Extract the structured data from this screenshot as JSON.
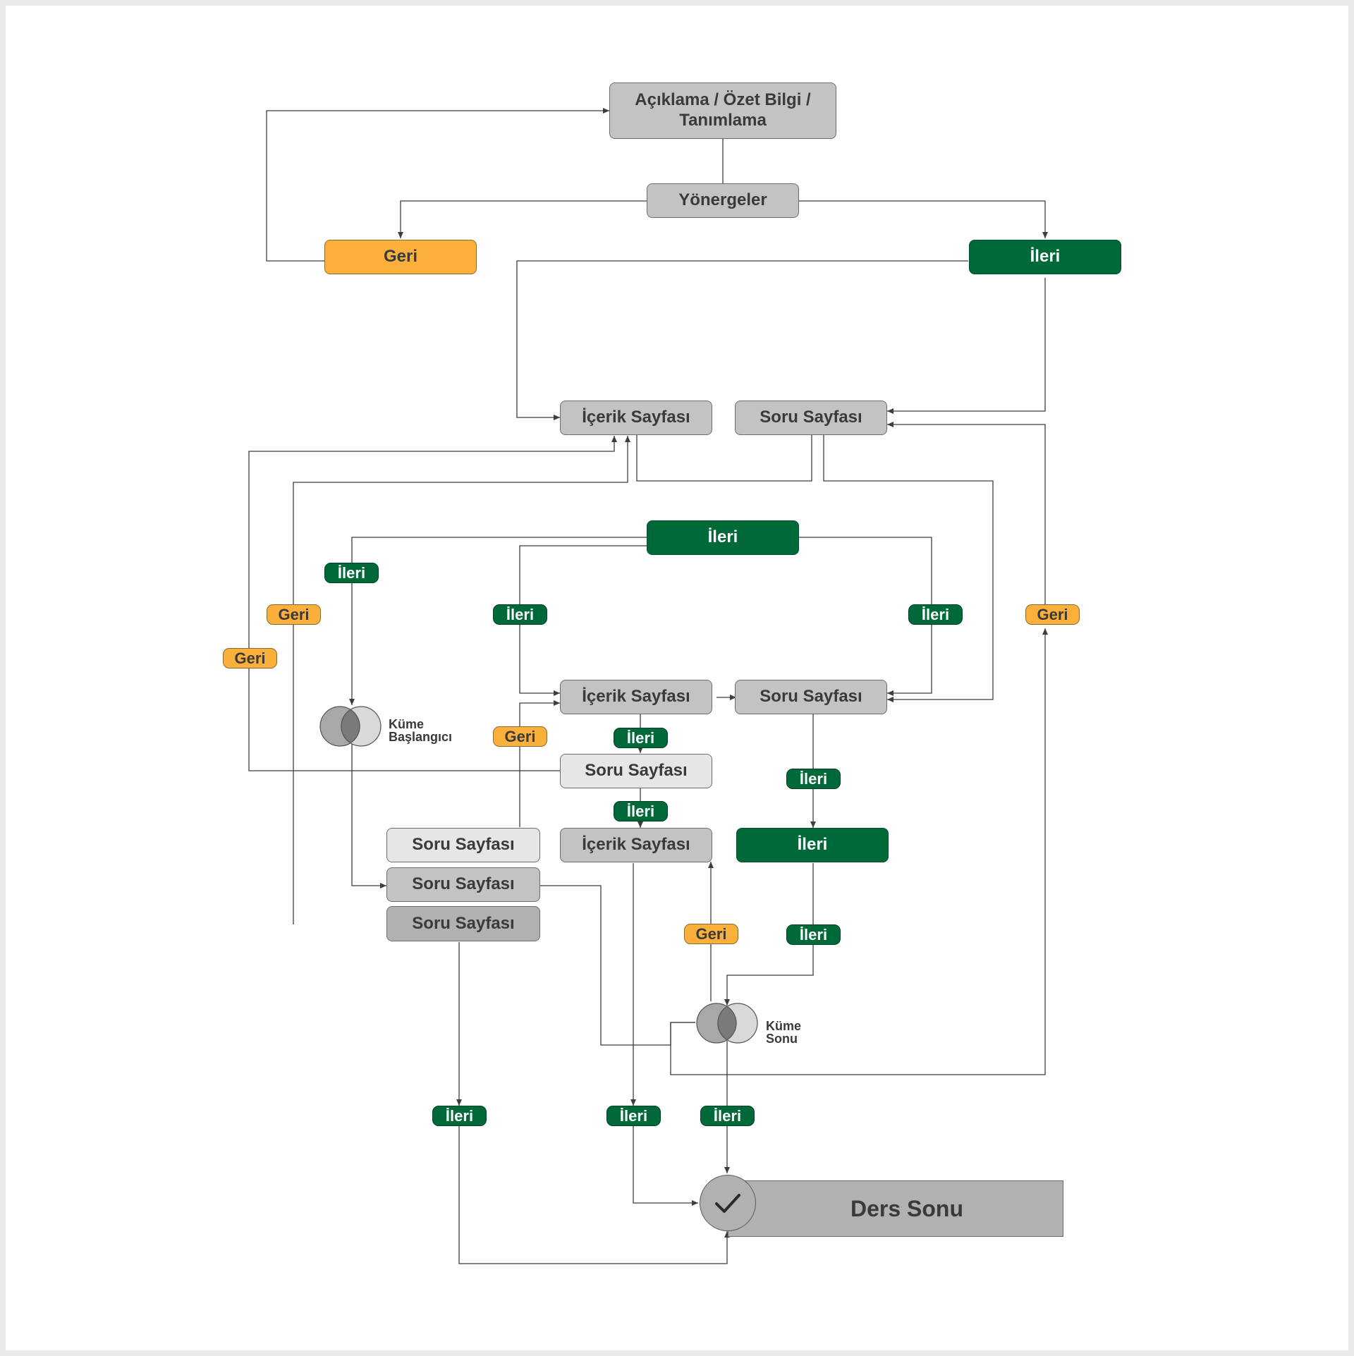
{
  "nodes": {
    "aciklama": "Açıklama / Özet Bilgi /\nTanımlama",
    "yonergeler": "Yönergeler",
    "geri_top": "Geri",
    "ileri_top": "İleri",
    "icerik_1": "İçerik Sayfası",
    "soru_1": "Soru Sayfası",
    "ileri_mid": "İleri",
    "icerik_2": "İçerik Sayfası",
    "soru_2": "Soru Sayfası",
    "soru_3": "Soru Sayfası",
    "icerik_3": "İçerik Sayfası",
    "ileri_right": "İleri",
    "soru_light": "Soru Sayfası",
    "soru_mid": "Soru Sayfası",
    "soru_dark": "Soru Sayfası"
  },
  "pills": {
    "ileri_left": "İleri",
    "geri_a": "Geri",
    "geri_b": "Geri",
    "ileri_b": "İleri",
    "ileri_c": "İleri",
    "geri_right": "Geri",
    "geri_mid": "Geri",
    "ileri_d": "İleri",
    "ileri_e": "İleri",
    "ileri_f": "İleri",
    "geri_lower": "Geri",
    "ileri_g": "İleri",
    "ileri_h": "İleri",
    "ileri_i": "İleri",
    "ileri_j": "İleri"
  },
  "cluster": {
    "start_label_1": "Küme",
    "start_label_2": "Başlangıcı",
    "end_label_1": "Küme",
    "end_label_2": "Sonu"
  },
  "end": {
    "label": "Ders Sonu",
    "icon": "checkmark-icon"
  },
  "colors": {
    "green": "#00693a",
    "orange": "#fbb03b",
    "gray": "#c3c3c3",
    "light_gray": "#e6e6e6",
    "dark_gray": "#b1b1b1",
    "line": "#3d3d3d"
  }
}
